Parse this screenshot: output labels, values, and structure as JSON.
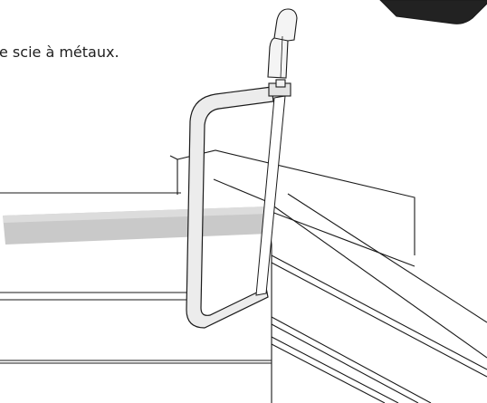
{
  "caption": {
    "text": "e scie à métaux."
  },
  "icons": {
    "hacksaw": "hacksaw-illustration",
    "workpiece": "metal-bar",
    "mitre_box": "mitre-box",
    "tool_corner": "dark-tool-corner"
  },
  "colors": {
    "background": "#ffffff",
    "stroke": "#1a1a1a",
    "frame_fill": "#ececec",
    "bar_fill": "#c9c9c9",
    "bar_top": "#dcdcdc",
    "tool_corner": "#222222",
    "text": "#1e1e1e"
  }
}
